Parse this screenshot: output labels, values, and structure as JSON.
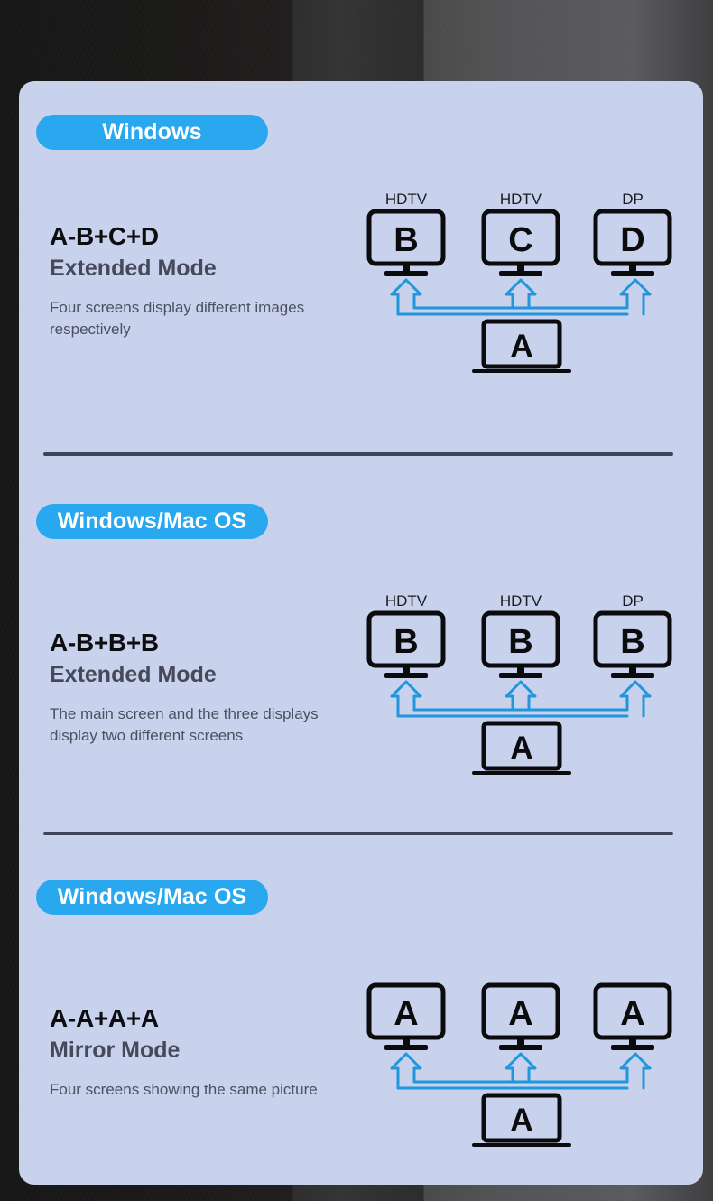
{
  "theme": {
    "card_bg": "#c8d2ec",
    "badge_bg": "#29a8f0",
    "badge_text": "#ffffff",
    "combo_color": "#0d0d10",
    "mode_color": "#45495a",
    "desc_color": "#4c5060",
    "divider_color": "#3f4557",
    "arrow_color": "#2196dd",
    "icon_color": "#0b0b0d"
  },
  "sections": [
    {
      "badge": "Windows",
      "combo": "A-B+C+D",
      "mode": "Extended Mode",
      "description": "Four screens display different images respectively",
      "diagram": {
        "source_label": "A",
        "source_icon": "laptop-icon",
        "monitors": [
          {
            "port": "HDTV",
            "screen": "B",
            "icon": "monitor-icon"
          },
          {
            "port": "HDTV",
            "screen": "C",
            "icon": "monitor-icon"
          },
          {
            "port": "DP",
            "screen": "D",
            "icon": "monitor-icon"
          }
        ],
        "show_port_labels": true
      }
    },
    {
      "badge": "Windows/Mac OS",
      "combo": "A-B+B+B",
      "mode": "Extended Mode",
      "description": "The main screen and the three displays display two different screens",
      "diagram": {
        "source_label": "A",
        "source_icon": "laptop-icon",
        "monitors": [
          {
            "port": "HDTV",
            "screen": "B",
            "icon": "monitor-icon"
          },
          {
            "port": "HDTV",
            "screen": "B",
            "icon": "monitor-icon"
          },
          {
            "port": "DP",
            "screen": "B",
            "icon": "monitor-icon"
          }
        ],
        "show_port_labels": true
      }
    },
    {
      "badge": "Windows/Mac OS",
      "combo": "A-A+A+A",
      "mode": "Mirror Mode",
      "description": "Four screens showing the same picture",
      "diagram": {
        "source_label": "A",
        "source_icon": "laptop-icon",
        "monitors": [
          {
            "port": "",
            "screen": "A",
            "icon": "monitor-icon"
          },
          {
            "port": "",
            "screen": "A",
            "icon": "monitor-icon"
          },
          {
            "port": "",
            "screen": "A",
            "icon": "monitor-icon"
          }
        ],
        "show_port_labels": false
      }
    }
  ]
}
